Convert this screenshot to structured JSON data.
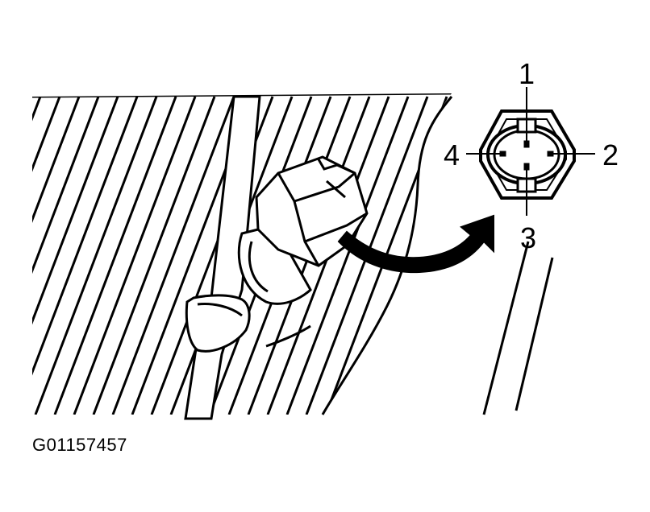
{
  "figure_id": "G01157457",
  "pin_labels": {
    "pin1": "1",
    "pin2": "2",
    "pin3": "3",
    "pin4": "4"
  },
  "colors": {
    "ink": "#000000",
    "paper": "#ffffff"
  },
  "icons": {
    "connector_end_view": "octagonal-connector-face",
    "callout": "curved-arrow"
  }
}
